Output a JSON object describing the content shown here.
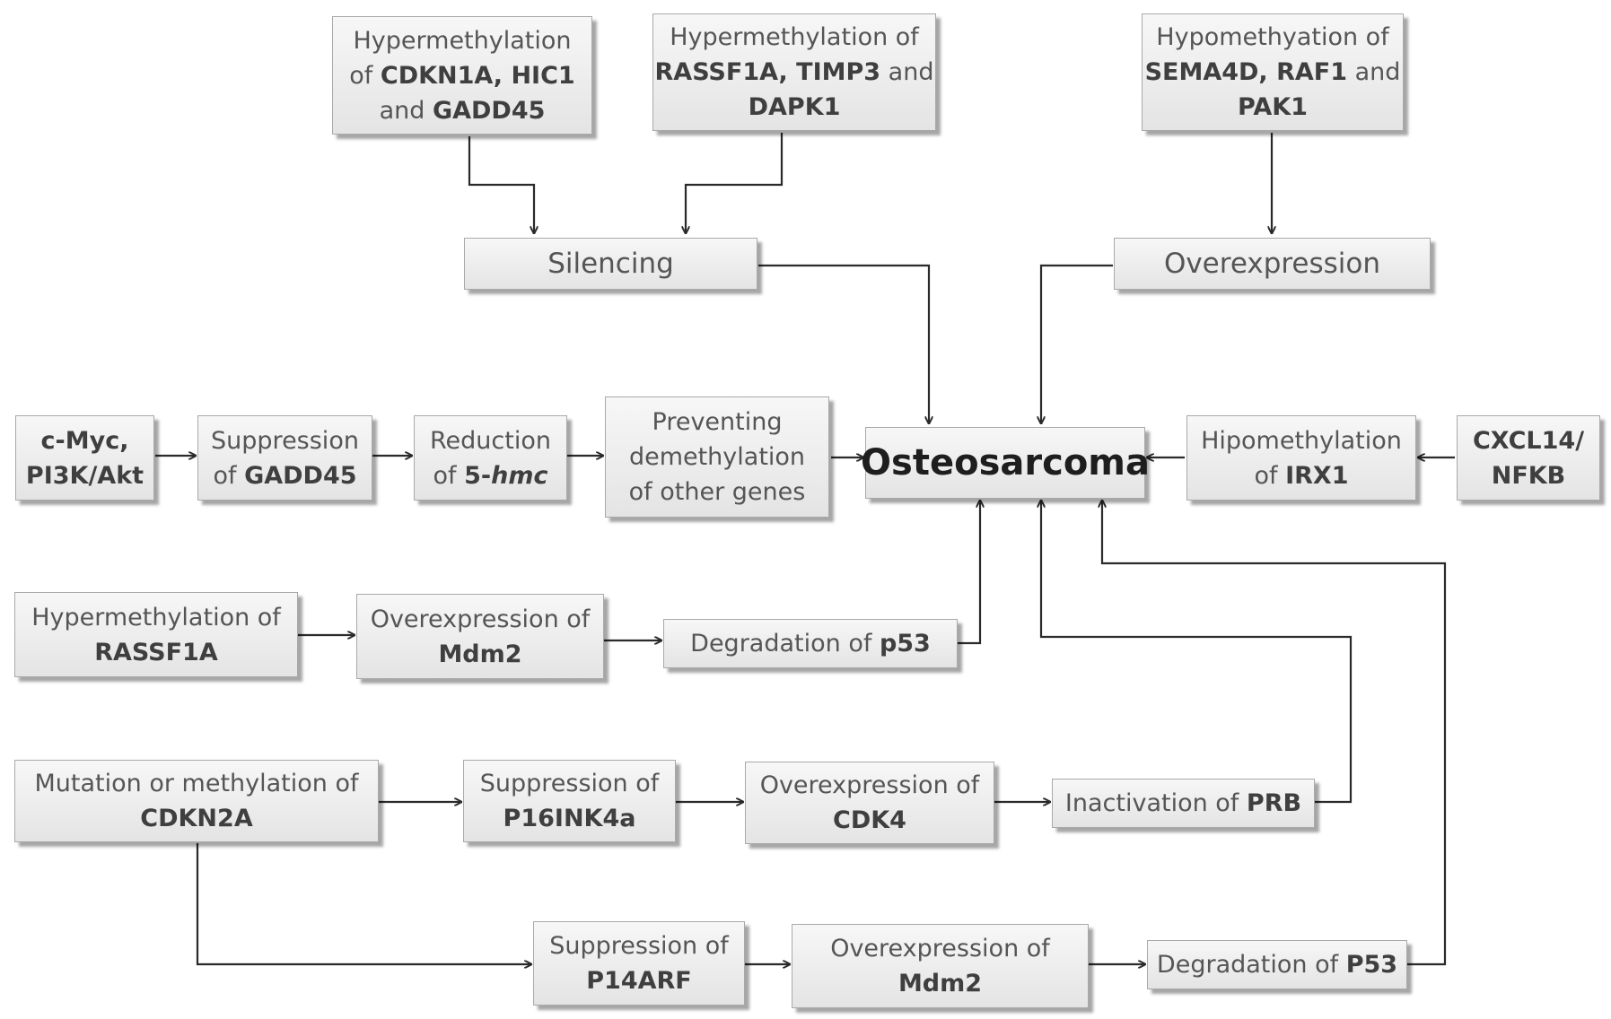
{
  "nodes": {
    "hyper_cdkn1a": {
      "line1a": "Hypermethylation",
      "line2a": "of ",
      "line2b": "CDKN1A, HIC1",
      "line3a": "and ",
      "line3b": "GADD45"
    },
    "hyper_rassf1a_top": {
      "line1a": "Hypermethylation of",
      "line2a": "RASSF1A, TIMP3",
      "line2b": " and",
      "line3a": "DAPK1"
    },
    "hypo_sema4d": {
      "line1a": "Hypomethyation of",
      "line2a": "SEMA4D, RAF1",
      "line2b": " and",
      "line3a": "PAK1"
    },
    "silencing": {
      "line1a": "Silencing"
    },
    "overexpression_top": {
      "line1a": "Overexpression"
    },
    "cmyc": {
      "line1a": "c-Myc,",
      "line2a": "PI3K/Akt"
    },
    "suppression_gadd45": {
      "line1a": "Suppression",
      "line2a": "of ",
      "line2b": "GADD45"
    },
    "reduction_5hmc": {
      "line1a": "Reduction",
      "line2a": "of ",
      "line2b": "5-",
      "line2c": "hmc"
    },
    "preventing": {
      "line1a": "Preventing",
      "line2a": "demethylation",
      "line3a": "of other genes"
    },
    "osteosarcoma": {
      "line1a": "Osteosarcoma"
    },
    "hipo_irx1": {
      "line1a": "Hipomethylation",
      "line2a": "of ",
      "line2b": "IRX1"
    },
    "cxcl14": {
      "line1a": "CXCL14/",
      "line2a": "NFKB"
    },
    "hyper_rassf1a": {
      "line1a": "Hypermethylation of",
      "line2a": "RASSF1A"
    },
    "overexp_mdm2_a": {
      "line1a": "Overexpression of",
      "line2a": "Mdm2"
    },
    "degradation_p53_a": {
      "line1a": "Degradation of ",
      "line1b": "p53"
    },
    "mutation_cdkn2a": {
      "line1a": "Mutation or methylation of",
      "line2a": "CDKN2A"
    },
    "suppression_p16": {
      "line1a": "Suppression of",
      "line2a": "P16INK4a"
    },
    "overexp_cdk4": {
      "line1a": "Overexpression of",
      "line2a": "CDK4"
    },
    "inactivation_prb": {
      "line1a": "Inactivation of ",
      "line1b": "PRB"
    },
    "suppression_p14": {
      "line1a": "Suppression of",
      "line2a": "P14ARF"
    },
    "overexp_mdm2_b": {
      "line1a": "Overexpression of",
      "line2a": "Mdm2"
    },
    "degradation_p53_b": {
      "line1a": "Degradation of ",
      "line1b": "P53"
    }
  }
}
